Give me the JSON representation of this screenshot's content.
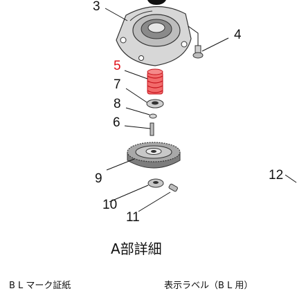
{
  "callouts": {
    "c3": "3",
    "c4": "4",
    "c5": "5",
    "c6": "6",
    "c7": "7",
    "c8": "8",
    "c9": "9",
    "c10": "10",
    "c11": "11",
    "c12": "12"
  },
  "highlight_color": "#e0101a",
  "title": "A部詳細",
  "footer": {
    "left": "B L マーク証紙",
    "right": "表示ラベル（B L 用）"
  }
}
